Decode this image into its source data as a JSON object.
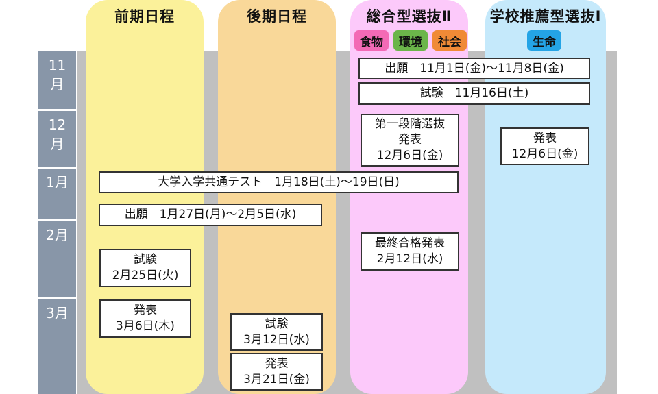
{
  "columns": {
    "zenki": {
      "title": "前期日程",
      "color": "#fbf19a"
    },
    "koki": {
      "title": "後期日程",
      "color": "#f9d899"
    },
    "sogo": {
      "title": "総合型選抜Ⅱ",
      "color": "#fcc9fa",
      "tags": [
        {
          "label": "食物",
          "color": "#f36ab5"
        },
        {
          "label": "環境",
          "color": "#6bb54a"
        },
        {
          "label": "社会",
          "color": "#f08a36"
        }
      ]
    },
    "suisen": {
      "title": "学校推薦型選抜Ⅰ",
      "color": "#c5e9fb",
      "tags": [
        {
          "label": "生命",
          "color": "#24a4e6"
        }
      ]
    }
  },
  "months": {
    "nov": [
      "11",
      "月"
    ],
    "dec": [
      "12",
      "月"
    ],
    "jan": "1月",
    "feb": "2月",
    "mar": "3月"
  },
  "events": {
    "sogo_shutsugan": "出願　11月1日(金)～11月8日(金)",
    "sogo_shiken": "試験　11月16日(土)",
    "sogo_dai1": [
      "第一段階選抜",
      "発表",
      "12月6日(金)"
    ],
    "suisen_happyo": [
      "発表",
      "12月6日(金)"
    ],
    "kyotsu_test": "大学入学共通テスト　1月18日(土)～19日(日)",
    "ippan_shutsugan": "出願　1月27日(月)～2月5日(水)",
    "sogo_saishu": [
      "最終合格発表",
      "2月12日(水)"
    ],
    "zenki_shiken": [
      "試験",
      "2月25日(火)"
    ],
    "zenki_happyo": [
      "発表",
      "3月6日(木)"
    ],
    "koki_shiken": [
      "試験",
      "3月12日(水)"
    ],
    "koki_happyo": [
      "発表",
      "3月21日(金)"
    ]
  }
}
